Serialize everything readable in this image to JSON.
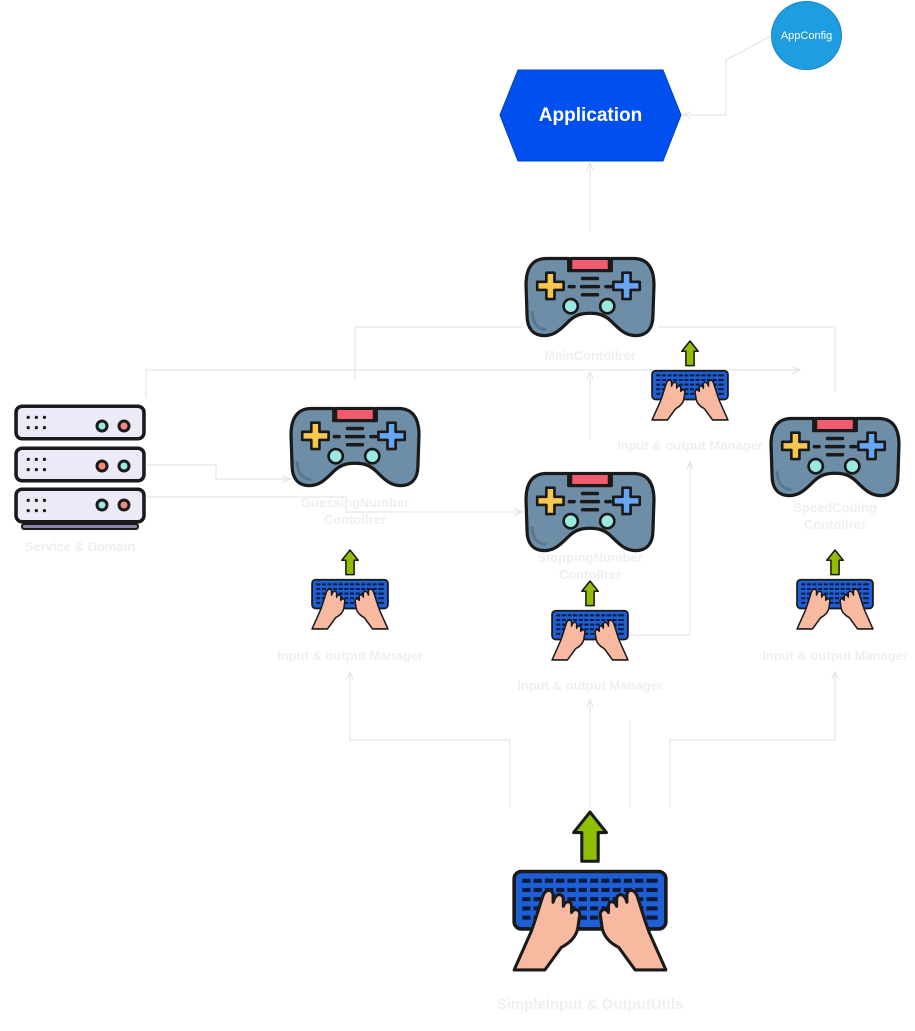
{
  "nodes": {
    "application": "Application",
    "app_config": "AppConfig",
    "main_controller": "MainContollrer",
    "guessing_controller": "GuessingNumber\nContollrer",
    "stopping_controller": "StoppingNumber\nContollrer",
    "speedcoding_controller": "SpeedCoding\nContollrer",
    "service_domain": "Service & Domain",
    "io_manager_main": "Input & output Manager",
    "io_manager_guessing": "Input & output Manager",
    "io_manager_stopping": "Input & output Manager",
    "io_manager_speed": "Input & output Manager",
    "simple_io": "SimpleInput & OutputUtils"
  },
  "colors": {
    "application_fill": "#0050ef",
    "app_config_fill": "#1e9ee0",
    "gamepad_body": "#6e8ea8",
    "gamepad_outline": "#1a1a1a",
    "dpad_yellow": "#f9c74f",
    "dpad_blue": "#66a6f5",
    "trigger_red": "#f25a6e",
    "button_cyan": "#9be8e0",
    "keyboard_blue": "#1f5fd6",
    "hand_skin": "#f7b9a0",
    "arrow_green": "#8fbf00",
    "server_face": "#eceaf6",
    "edge_color": "#e6e6e6",
    "label_color": "#efefef"
  },
  "icons": {
    "controller": "gamepad-icon",
    "keyboard": "keyboard-typing-icon",
    "server": "server-rack-icon"
  }
}
